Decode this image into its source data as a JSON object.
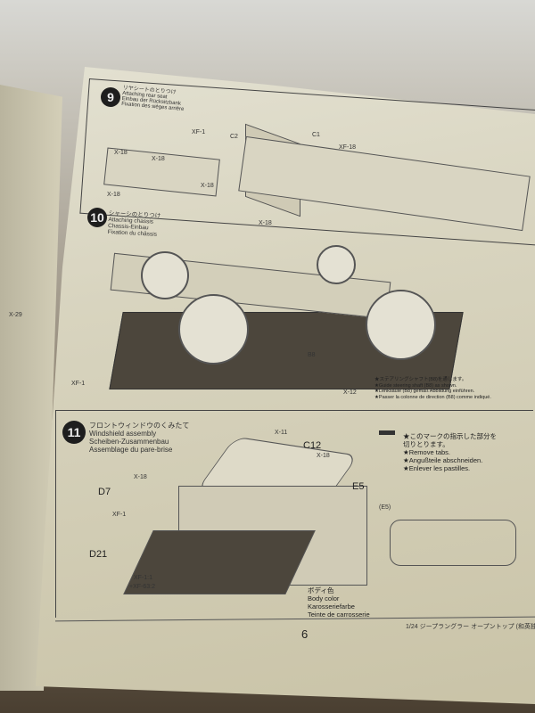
{
  "left_page": {
    "label": "X-29"
  },
  "step9": {
    "number": "9",
    "title_jp": "リヤシートのとりつけ",
    "title_en": "Attaching rear seat",
    "title_de": "Einbau der Rücksitzbank",
    "title_fr": "Fixation des sièges arrière",
    "labels": [
      "X-18",
      "X-18",
      "X-18",
      "X-18",
      "X-18",
      "C2",
      "C1",
      "XF-18",
      "XF-1"
    ]
  },
  "step10": {
    "number": "10",
    "title_jp": "シャーシのとりつけ",
    "title_en": "Attaching chassis",
    "title_de": "Chassis-Einbau",
    "title_fr": "Fixation du châssis",
    "labels": [
      "XF-1",
      "X-12",
      "B8"
    ],
    "note": [
      "★ステアリングシャフト(B8)を通します。",
      "★Guide steering shaft (B8) as shown.",
      "★Lenksäule (B8) gemäß Abbildung einführen.",
      "★Passer la colonne de direction (B8) comme indiqué."
    ]
  },
  "step11": {
    "number": "11",
    "title_jp": "フロントウィンドウのくみたて",
    "title_en": "Windshield assembly",
    "title_de": "Scheiben-Zusammenbau",
    "title_fr": "Assemblage du pare-brise",
    "labels": {
      "x11": "X-11",
      "c12": "C12",
      "x18a": "X-18",
      "x18b": "X-18",
      "e5": "E5",
      "d7": "D7",
      "xf1": "XF-1",
      "d21": "D21",
      "paint1": "XF-1:1",
      "paint2": "+XF-63:2",
      "e5_detail": "(E5)"
    },
    "note": [
      "★このマークの指示した部分を",
      "切りとります。",
      "★Remove tabs.",
      "★Angußteile abschneiden.",
      "★Enlever les pastilles."
    ],
    "body_color": [
      "ボディ色",
      "Body color",
      "Karosseriefarbe",
      "Teinte de carrosserie"
    ]
  },
  "footer": {
    "page": "6",
    "title": "1/24 ジープラングラー オープントップ (和英独"
  }
}
